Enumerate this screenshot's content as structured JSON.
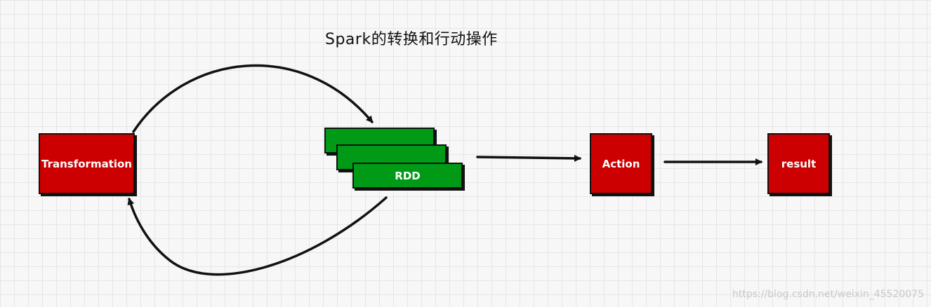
{
  "title": "Spark的转换和行动操作",
  "nodes": {
    "transformation": "Transformation",
    "rdd": "RDD",
    "action": "Action",
    "result": "result"
  },
  "watermark": "https://blog.csdn.net/weixin_45520075",
  "colors": {
    "node_red": "#cc0000",
    "node_green": "#009a16",
    "stroke": "#111111"
  }
}
